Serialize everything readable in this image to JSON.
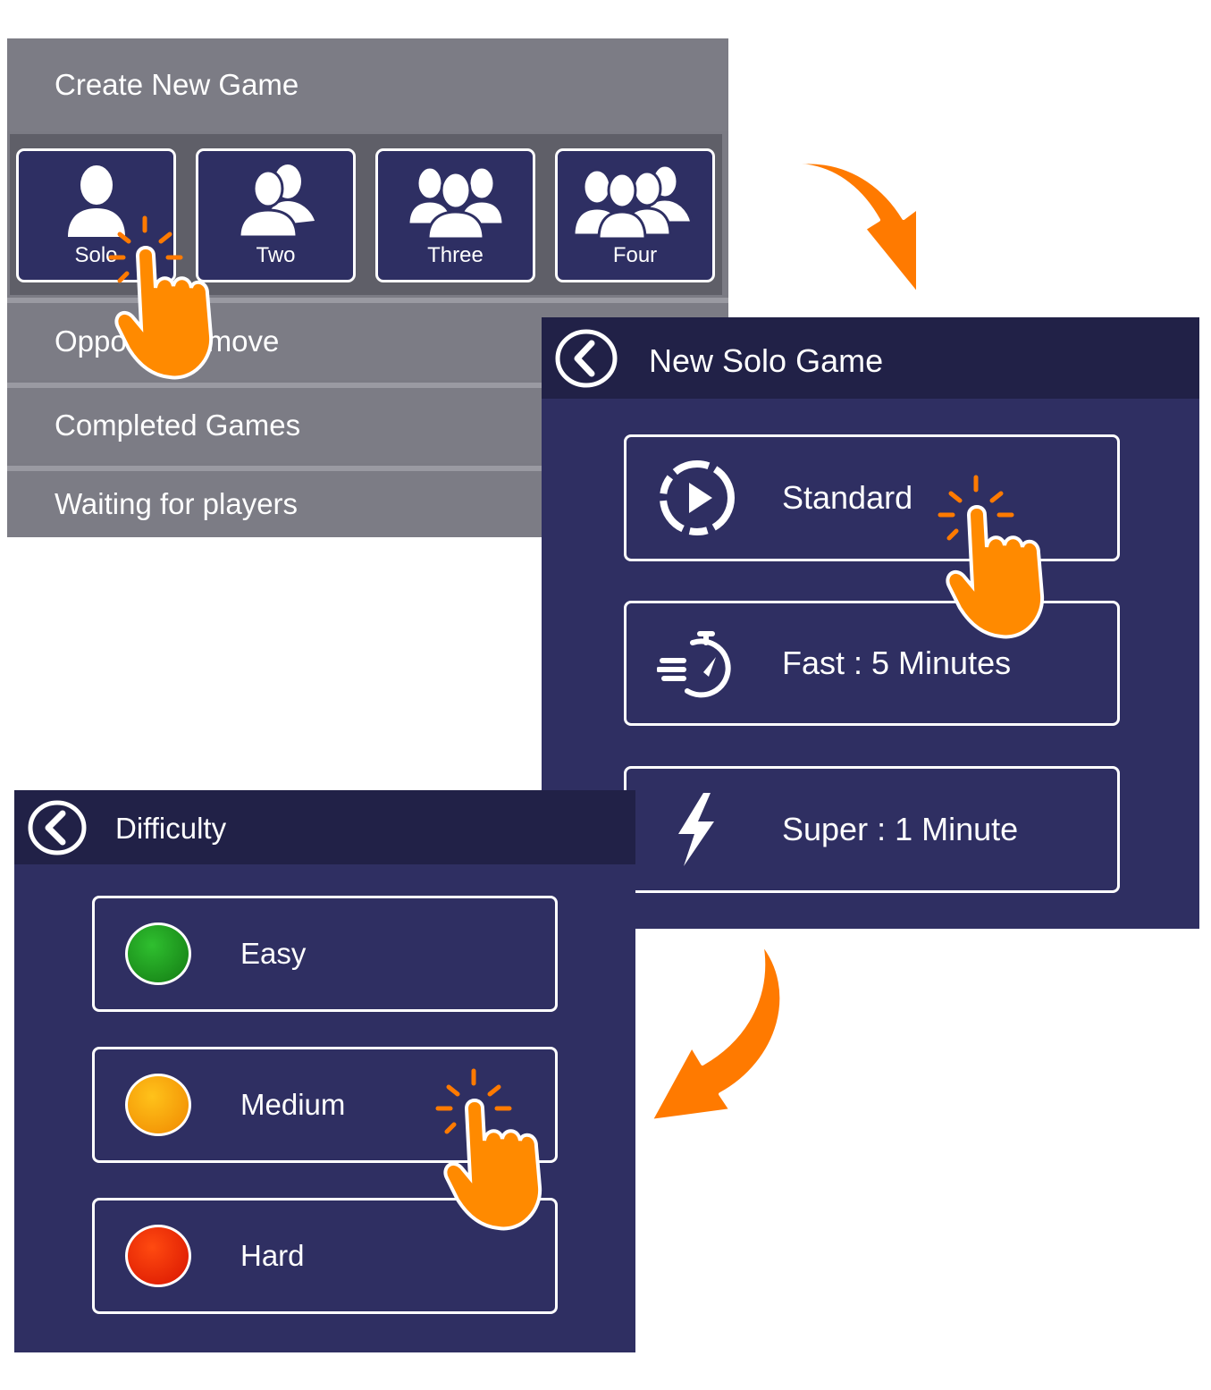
{
  "menu": {
    "create_new_game": "Create New Game",
    "player_options": [
      "Solo",
      "Two",
      "Three",
      "Four"
    ],
    "opponents_move": "Opponents move",
    "completed_games": "Completed Games",
    "waiting_for_players": "Waiting for players"
  },
  "solo_screen": {
    "title": "New Solo Game",
    "back_icon": "chevron-left-circle-icon",
    "options": [
      {
        "label": "Standard",
        "icon": "play-circle-icon"
      },
      {
        "label": "Fast : 5 Minutes",
        "icon": "stopwatch-fast-icon"
      },
      {
        "label": "Super : 1 Minute",
        "icon": "lightning-icon"
      }
    ]
  },
  "difficulty_screen": {
    "title": "Difficulty",
    "back_icon": "chevron-left-circle-icon",
    "options": [
      {
        "label": "Easy",
        "color": "#1e9a1e"
      },
      {
        "label": "Medium",
        "color": "#f5a200"
      },
      {
        "label": "Hard",
        "color": "#f02a00"
      }
    ]
  },
  "colors": {
    "panel_dark": "#2f2f62",
    "header_dark": "#212147",
    "menu_grey": "#7c7c85",
    "accent_orange": "#ff7a00"
  }
}
